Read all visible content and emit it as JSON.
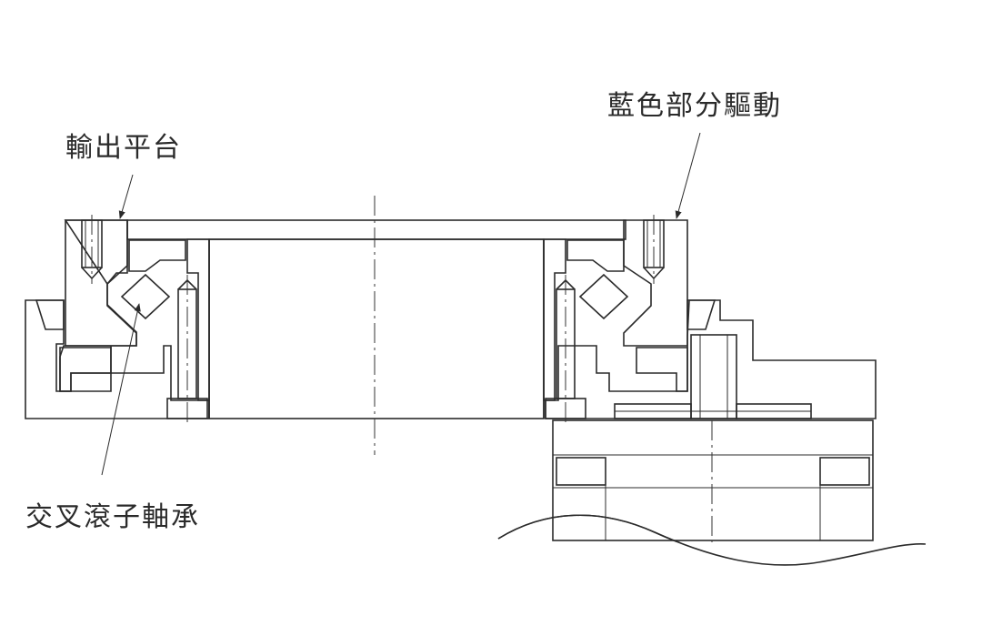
{
  "labels": {
    "output_platform": "輸出平台",
    "blue_part_drive": "藍色部分驅動",
    "cross_roller_bearing": "交叉滾子軸承"
  },
  "colors": {
    "blue_part": "#bcd9e6",
    "gray_part": "#e1e1e1",
    "line": "#2b2b2b",
    "background": "#ffffff"
  }
}
